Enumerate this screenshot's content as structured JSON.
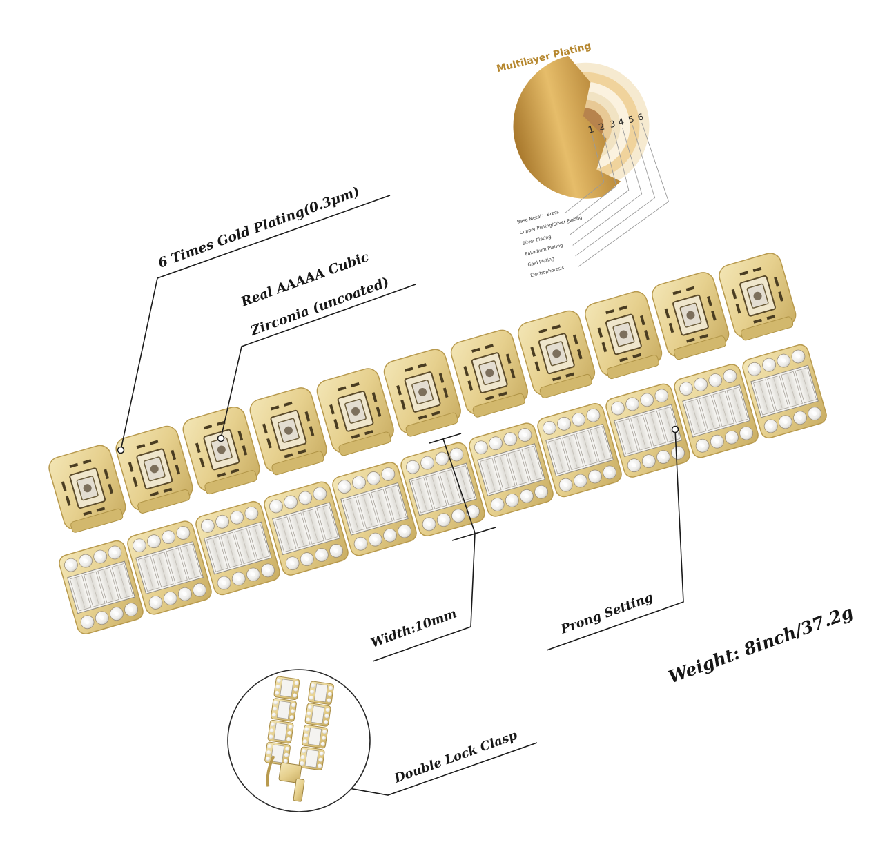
{
  "plating": {
    "title": "Multilayer Plating",
    "numbers": [
      "1",
      "2",
      "3",
      "4",
      "5",
      "6"
    ],
    "layers": [
      "Base Metal：  Brass",
      "Copper Plating/Silver Plating",
      "Silver Plating",
      "Palladium Plating",
      "Gold Plating",
      "Electrophoresis"
    ]
  },
  "callouts": {
    "gold_plating": "6 Times Gold Plating(0.3μm)",
    "zirconia_line1": "Real AAAAA Cubic",
    "zirconia_line2": "Zirconia (uncoated)",
    "width": "Width:10mm",
    "prong": "Prong Setting",
    "weight": "Weight: 8inch/37.2g",
    "clasp": "Double Lock Clasp"
  },
  "colors": {
    "gold": "#e9d79a",
    "gold_dark": "#b89a4e",
    "plating_gold": "#c99a3e",
    "stone": "#f2f1ef"
  }
}
